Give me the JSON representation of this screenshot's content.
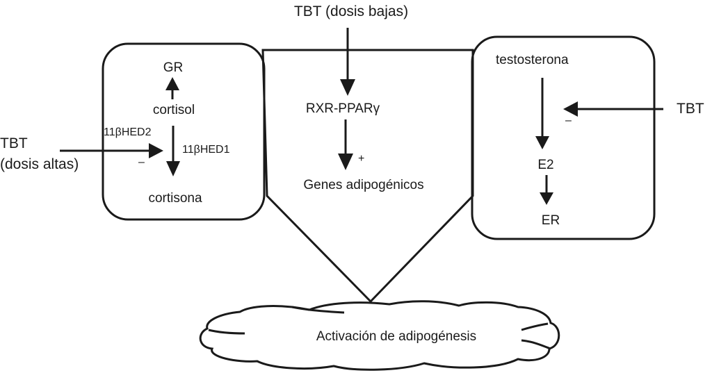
{
  "title": "TBT mechanisms of adipogenesis activation",
  "top_input": {
    "label": "TBT (dosis bajas)"
  },
  "left_input": {
    "line1": "TBT",
    "line2": "(dosis altas)",
    "sign": "–"
  },
  "right_input": {
    "label": "TBT",
    "sign": "–"
  },
  "left_box": {
    "receptor": "GR",
    "hormone_active": "cortisol",
    "hormone_inactive": "cortisona",
    "enzyme_inhibited": "11βHED2",
    "enzyme_active": "11βHED1"
  },
  "center_box": {
    "receptor": "RXR-PPARγ",
    "target": "Genes adipogénicos",
    "sign": "+"
  },
  "right_box": {
    "precursor": "testosterona",
    "product": "E2",
    "receptor": "ER"
  },
  "outcome": {
    "label": "Activación de adipogénesis"
  },
  "colors": {
    "ink": "#1a1a1a",
    "background": "#ffffff"
  }
}
